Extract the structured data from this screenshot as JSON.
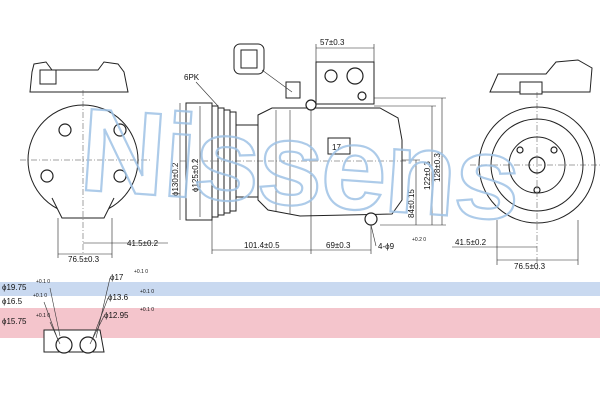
{
  "watermark": {
    "text": "Nissens",
    "color": "#9fc3e6"
  },
  "colors": {
    "band_blue": "#c9d9f0",
    "band_pink": "#f4c5cc",
    "line": "#222222"
  },
  "labels": {
    "dim_57": "57±0.3",
    "belt": "6PK",
    "dia_130": "ϕ130±0.2",
    "dia_125": "ϕ125±0.2",
    "section_17": "17",
    "dim_122": "122±0.3",
    "dim_128": "128±0.3",
    "dim_84": "84±0.15",
    "dim_101": "101.4±0.5",
    "dim_69": "69±0.3",
    "holes": "4-ϕ9",
    "holes_tol": "+0.2 0",
    "left_41": "41.5±0.2",
    "left_76": "76.5±0.3",
    "right_41": "41.5±0.2",
    "right_76": "76.5±0.3",
    "port_a_dia": "ϕ19.75",
    "port_a_tol": "+0.1 0",
    "port_b_dia": "ϕ16.5",
    "port_b_tol": "+0.1 0",
    "port_c_dia": "ϕ15.75",
    "port_c_tol": "+0.1 0",
    "port_d_dia": "ϕ17",
    "port_d_tol": "+0.1 0",
    "port_e_dia": "ϕ13.6",
    "port_e_tol": "+0.1 0",
    "port_f_dia": "ϕ12.95",
    "port_f_tol": "+0.1 0"
  }
}
